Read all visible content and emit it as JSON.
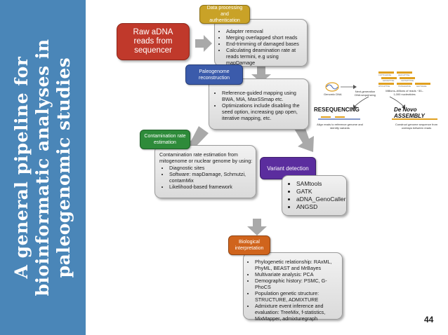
{
  "title_lines": [
    "A general pipeline for",
    "bioinformatic analyses in",
    "paleogenomic studies"
  ],
  "colors": {
    "sidebar": "#4a86b8",
    "raw_box": "#c0392b",
    "processing_label": "#c9a227",
    "reconstruction_label": "#3b5bab",
    "contamination_label": "#2e8b3a",
    "variant_label": "#5b2d9e",
    "biological_label": "#d0641c",
    "arrow": "#a9a9a9"
  },
  "raw_box": {
    "line1": "Raw aDNA",
    "line2": "reads from",
    "line3": "sequencer"
  },
  "processing": {
    "label_line1": "Data processing and",
    "label_line2": "authentication",
    "items": [
      "Adapter removal",
      "Merging overlapped short reads",
      "End-trimming of damaged bases",
      "Calculating deamination rate at reads termini, e.g using mapDamage"
    ]
  },
  "reconstruction": {
    "label_line1": "Paleogenome",
    "label_line2": "reconstruction",
    "items": [
      "Reference-guided mapping using BWA, MIA, MaxSSmap etc.",
      "Optimizations include disabling the seed option, increasing gap open, iterative mapping, etc."
    ]
  },
  "contamination": {
    "label_line1": "Contamination rate",
    "label_line2": "estimation",
    "intro": "Contamination rate estimation from mitogenome or nuclear genome by using:",
    "items": [
      "Diagnostic sites",
      "Software: mapDamage, Schmutzi, contamMix",
      "Likelihood-based framework"
    ]
  },
  "variant": {
    "label": "Variant detection",
    "items": [
      "SAMtools",
      "GATK",
      "aDNA_GenoCaller",
      "ANGSD"
    ]
  },
  "biological": {
    "label_line1": "Biological",
    "label_line2": "interpretation",
    "items": [
      "Phylogenetic relationship: RAxML, PhyML, BEAST and MrBayes",
      "Multivariate analysis: PCA",
      "Demographic history: PSMC, G-PhoCS",
      "Population genetic structure: STRUCTURE, ADMIXTURE",
      "Admixture event inference and evaluation: TreeMix, f-statistics, MixMapper, admixturegraph"
    ]
  },
  "resequencing_figure": {
    "title_left": "RESEQUENCING",
    "title_right": "De Novo ASSEMBLY",
    "genomic_dna": "Genomic DNA",
    "next_gen": "Next-generation DNA sequencing",
    "millions": "Millions–billions of reads ~30–1,000 nucleotides",
    "align_caption": "Align reads to reference genome and identify variants",
    "construct_caption": "Construct genome sequence from overlaps between reads",
    "read_snippets": [
      "CATTCAGTAG",
      "AGCCATTAG",
      "GGTAGTTAG",
      "CGTTATTTAG",
      "ATCCATTAG",
      "TATAAAGTAG",
      "GGCTAGAG"
    ]
  },
  "page_number": "44"
}
